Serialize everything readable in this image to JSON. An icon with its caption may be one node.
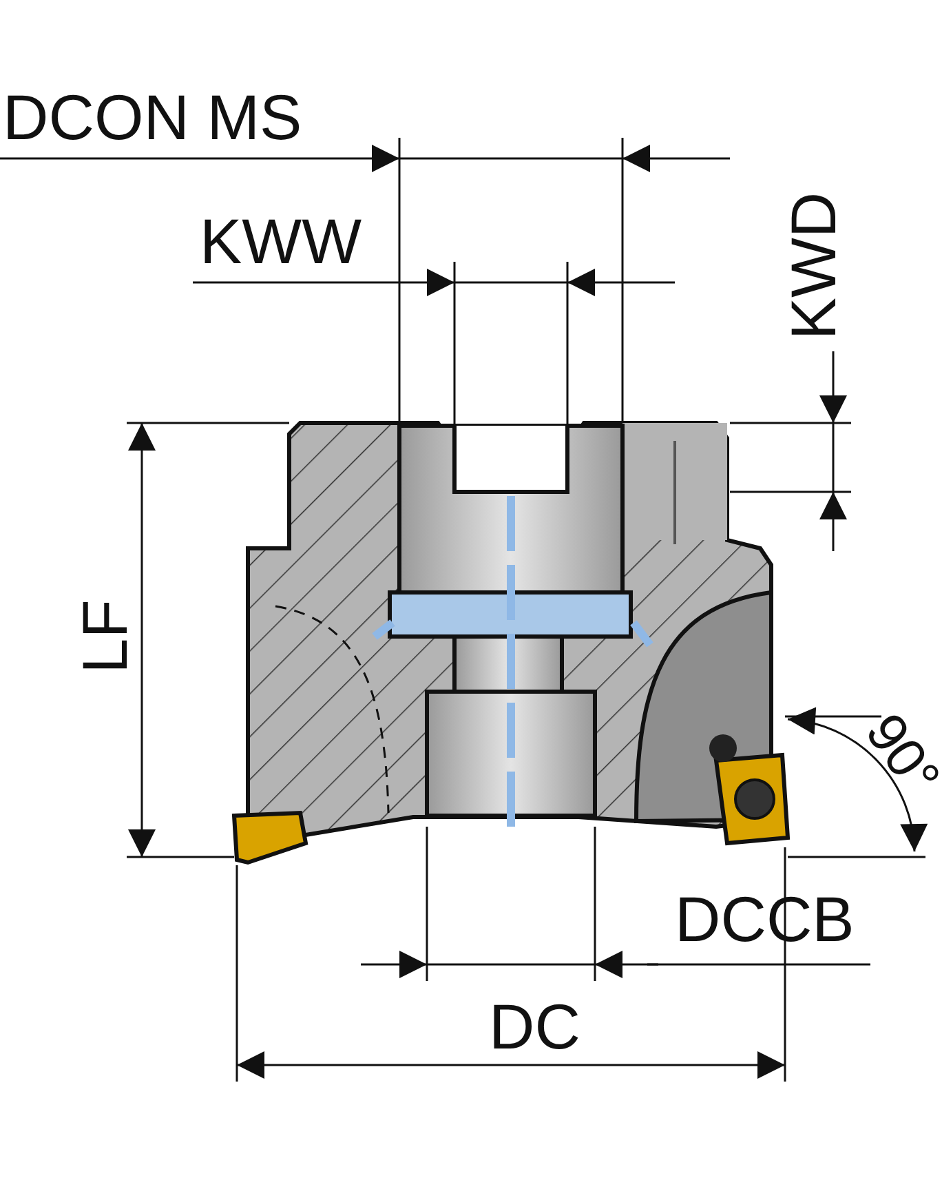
{
  "diagram": {
    "labels": [
      "DCON MS",
      "KWW",
      "KWD",
      "LF",
      "90°",
      "DCCB",
      "DC"
    ]
  }
}
